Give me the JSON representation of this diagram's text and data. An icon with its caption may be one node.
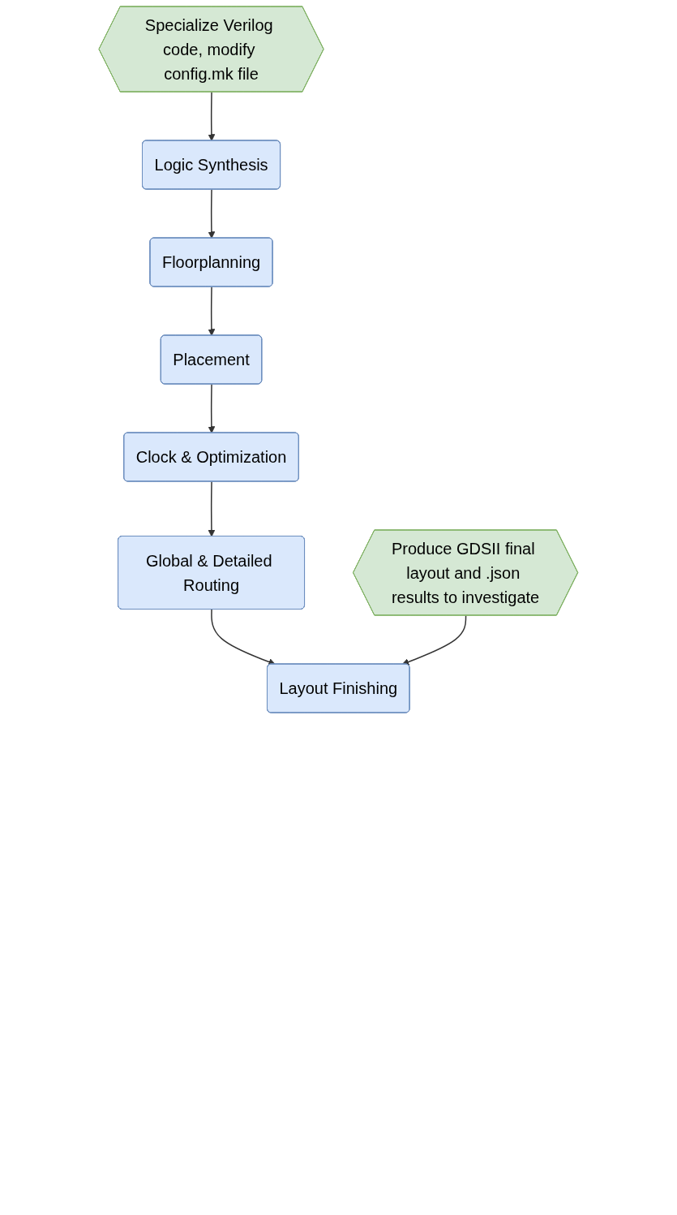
{
  "diagram": {
    "nodes": [
      {
        "text": [
          "Logic Synthesis"
        ]
      },
      {
        "text": [
          "Specialize Verilog code, modify config.mk file"
        ]
      },
      {
        "text": [
          "Floorplanning"
        ]
      },
      {
        "text": [
          "Placement"
        ]
      },
      {
        "text": [
          "Clock & Optimization"
        ]
      },
      {
        "text": [
          "Global & Detailed Routing"
        ]
      },
      {
        "text": [
          "Produce GDSII final layout and .json results to investigate"
        ]
      },
      {
        "text": [
          "Layout Finishing"
        ]
      }
    ],
    "edges": [
      {
        "from": 1,
        "to": 0,
        "arrow": "to"
      },
      {
        "from": 0,
        "to": 2,
        "arrow": "to"
      },
      {
        "from": 2,
        "to": 3,
        "arrow": "to"
      },
      {
        "from": 3,
        "to": 4,
        "arrow": "to"
      },
      {
        "from": 4,
        "to": 5,
        "arrow": "to"
      },
      {
        "from": 5,
        "to": 7,
        "arrow": "to"
      },
      {
        "from": 6,
        "to": 7,
        "arrow": "to"
      }
    ]
  }
}
